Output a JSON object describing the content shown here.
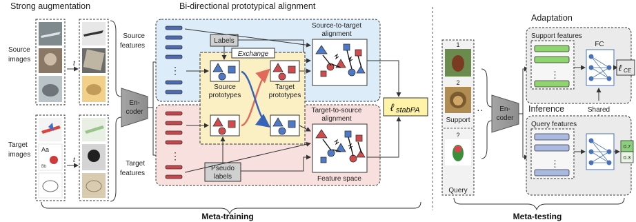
{
  "sections": {
    "strong_augmentation": "Strong augmentation",
    "bidirectional": "Bi-directional prototypical alignment",
    "adaptation": "Adaptation",
    "inference": "Inference"
  },
  "labels": {
    "source_images": [
      "Source",
      "images"
    ],
    "target_images": [
      "Target",
      "images"
    ],
    "t_symbol": "t",
    "encoder": [
      "En-",
      "coder"
    ],
    "source_features": [
      "Source",
      "features"
    ],
    "target_features": [
      "Target",
      "features"
    ],
    "labels_box": "Labels",
    "exchange": "Exchange",
    "source_prototypes": [
      "Source",
      "prototypes"
    ],
    "target_prototypes": [
      "Target",
      "prototypes"
    ],
    "pseudo_labels": [
      "Pseudo",
      "labels"
    ],
    "s2t_alignment": [
      "Source-to-target",
      "alignment"
    ],
    "t2s_alignment": [
      "Target-to-source",
      "alignment"
    ],
    "feature_space": "Feature space",
    "loss_main": "ℓ",
    "loss_main_sub": "stabPA",
    "support_features": "Support features",
    "query_features": "Query features",
    "fc": "FC",
    "shared": "Shared",
    "loss_ce": "ℓ",
    "loss_ce_sub": "CE",
    "support": "Support",
    "query": "Query",
    "shot1": "1",
    "shot2": "2",
    "shot_q": "?",
    "dots": "⋮",
    "hdots": "··",
    "logit_high": "0.7",
    "logit_low": "0.3",
    "art_text1": "Aa",
    "art_text2": "Bb"
  },
  "footer": {
    "meta_training": "Meta-training",
    "meta_testing": "Meta-testing"
  },
  "colors": {
    "source_bg": "#dcecf8",
    "target_bg": "#f8e0de",
    "exchange_bg": "#fbefc4",
    "blue_bar": "#4d6bb3",
    "red_bar": "#c9454b",
    "green_bar": "#8fd46f",
    "query_bar": "#a9b9df",
    "loss_bg": "#fff3a8",
    "shape_blue": "#4e79c7",
    "shape_red": "#d04c4c",
    "logit_bg": "#8bd17c"
  }
}
